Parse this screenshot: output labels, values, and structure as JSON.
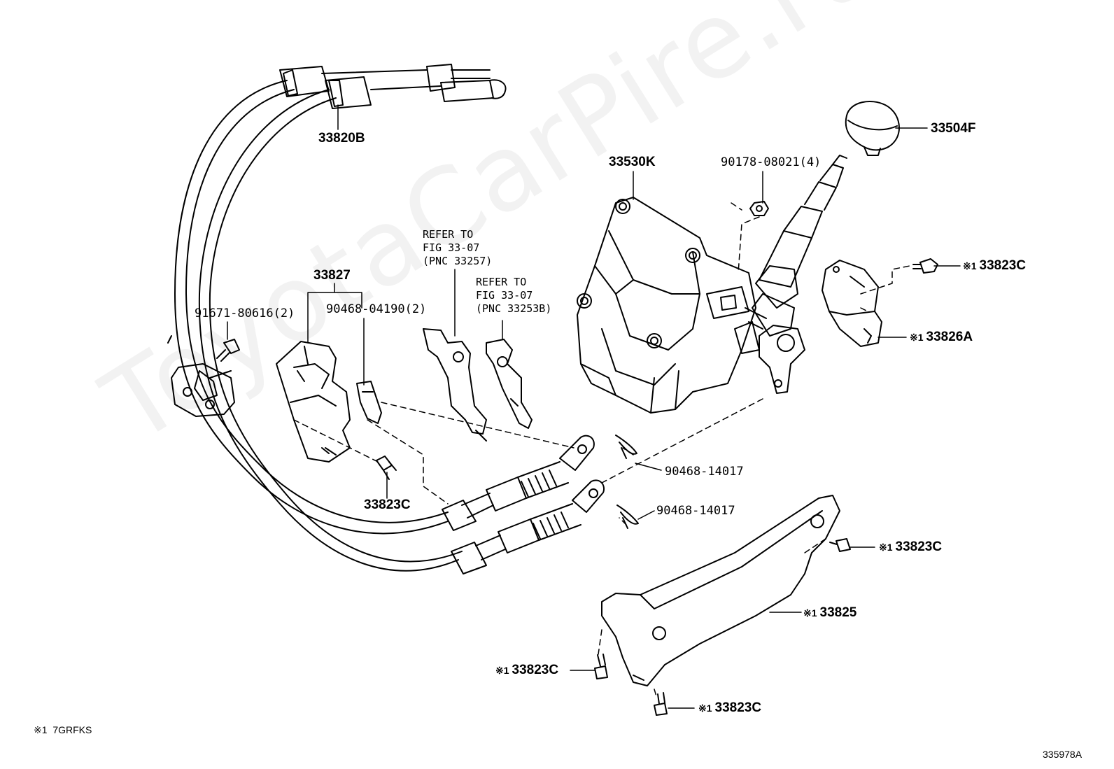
{
  "watermark": "ToyotaCarPire.ru",
  "marker_symbol": "※1",
  "labels": {
    "p33820B": "33820B",
    "p33504F": "33504F",
    "p33530K": "33530K",
    "p90178": "90178-08021(4)",
    "p33827": "33827",
    "p91671": "91671-80616(2)",
    "p90468_04190": "90468-04190(2)",
    "p33823C_a": "33823C",
    "p33823C_b": "33823C",
    "p33826A": "33826A",
    "p90468_14017_a": "90468-14017",
    "p90468_14017_b": "90468-14017",
    "p33823C_c": "33823C",
    "p33825": "33825",
    "p33823C_d": "33823C",
    "p33823C_e": "33823C"
  },
  "refer_notes": {
    "note1": "REFER TO\nFIG 33-07\n(PNC 33257)",
    "note2": "REFER TO\nFIG 33-07\n(PNC 33253B)"
  },
  "footnote": {
    "mark": "※1",
    "text": "7GRFKS"
  },
  "figure_id": "335978A"
}
